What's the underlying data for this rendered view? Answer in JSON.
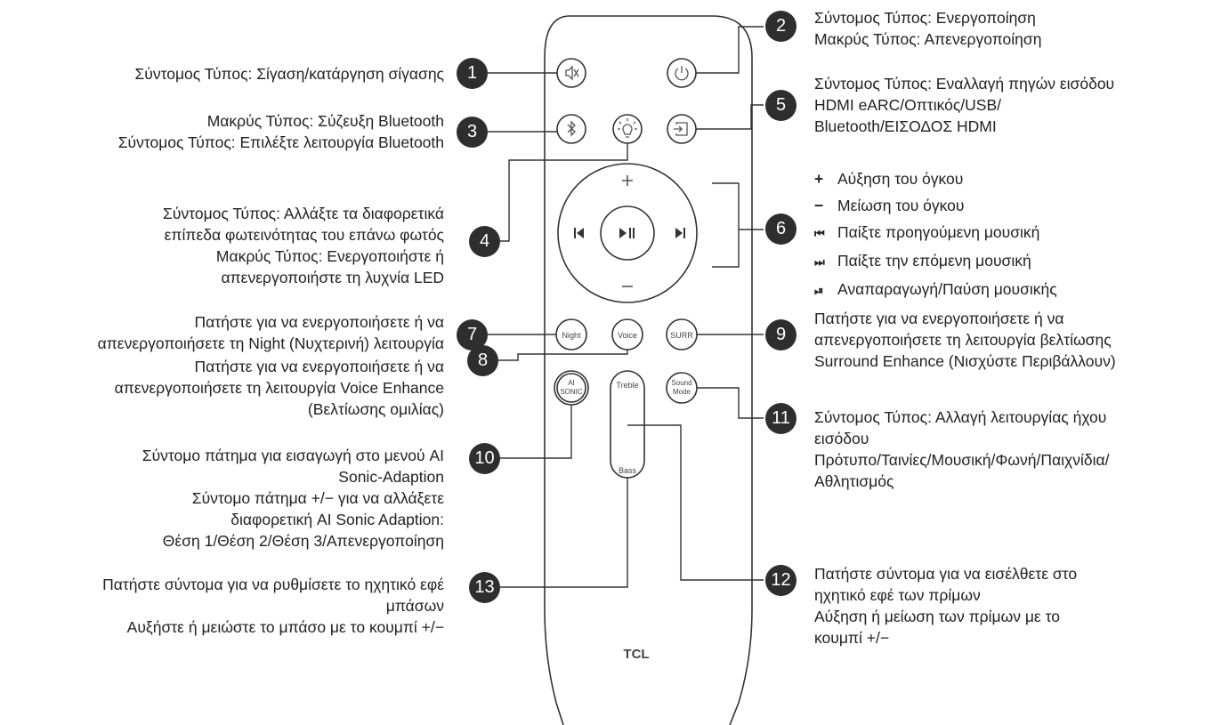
{
  "remote": {
    "brand": "TCL",
    "buttons": {
      "night": "Night",
      "voice": "Voice",
      "surr": "SURR",
      "ai_line1": "AI",
      "ai_line2": "SONIC",
      "treble": "Treble",
      "bass": "Bass",
      "sound_line1": "Sound",
      "sound_line2": "Mode",
      "plus": "+",
      "minus": "−"
    }
  },
  "callouts": {
    "c1": {
      "num": "1",
      "lines": [
        "Σύντομος Τύπος: Σίγαση/κατάργηση σίγασης"
      ]
    },
    "c2": {
      "num": "2",
      "lines": [
        "Σύντομος Τύπος: Ενεργοποίηση",
        "Μακρύς Τύπος: Απενεργοποίηση"
      ]
    },
    "c3": {
      "num": "3",
      "lines": [
        "Μακρύς Τύπος: Σύζευξη Bluetooth",
        "Σύντομος Τύπος: Επιλέξτε λειτουργία Bluetooth"
      ]
    },
    "c4": {
      "num": "4",
      "lines": [
        "Σύντομος Τύπος: Αλλάξτε τα διαφορετικά",
        "επίπεδα φωτεινότητας του επάνω φωτός",
        "Μακρύς Τύπος: Ενεργοποιήστε ή",
        "απενεργοποιήστε τη λυχνία LED"
      ]
    },
    "c5": {
      "num": "5",
      "lines": [
        "Σύντομος Τύπος: Εναλλαγή πηγών εισόδου",
        "HDMI eARC/Οπτικός/USB/",
        "Bluetooth/ΕΙΣΟΔΟΣ HDMI"
      ]
    },
    "c6": {
      "num": "6",
      "items": [
        {
          "sym": "+",
          "text": "Αύξηση του όγκου"
        },
        {
          "sym": "−",
          "text": "Μείωση του όγκου"
        },
        {
          "sym": "⏮",
          "text": "Παίξτε προηγούμενη μουσική"
        },
        {
          "sym": "⏭",
          "text": "Παίξτε την επόμενη μουσική"
        },
        {
          "sym": "⏯",
          "text": "Αναπαραγωγή/Παύση μουσικής"
        }
      ]
    },
    "c7": {
      "num": "7",
      "lines": [
        "Πατήστε για να ενεργοποιήσετε ή να",
        "απενεργοποιήσετε τη Night (Νυχτερινή) λειτουργία"
      ]
    },
    "c8": {
      "num": "8",
      "lines": [
        "Πατήστε για να ενεργοποιήσετε ή να",
        "απενεργοποιήσετε τη λειτουργία Voice Enhance",
        "(Βελτίωσης ομιλίας)"
      ]
    },
    "c9": {
      "num": "9",
      "lines": [
        "Πατήστε για να ενεργοποιήσετε ή να",
        "απενεργοποιήσετε τη λειτουργία βελτίωσης",
        "Surround Enhance (Νισχύστε Περιβάλλουν)"
      ]
    },
    "c10": {
      "num": "10",
      "lines": [
        "Σύντομο πάτημα για εισαγωγή στο μενού AI",
        "Sonic-Adaption",
        "Σύντομο πάτημα +/− για να αλλάξετε",
        "διαφορετική AI Sonic Adaption:",
        "Θέση 1/Θέση 2/Θέση 3/Απενεργοποίηση"
      ]
    },
    "c11": {
      "num": "11",
      "lines": [
        "Σύντομος Τύπος: Αλλαγή λειτουργίας ήχου",
        "εισόδου",
        "Πρότυπο/Ταινίες/Μουσική/Φωνή/Παιχνίδια/",
        "Αθλητισμός"
      ]
    },
    "c12": {
      "num": "12",
      "lines": [
        "Πατήστε σύντομα για να εισέλθετε στο",
        "ηχητικό εφέ των πρίμων",
        "Αύξηση ή μείωση των πρίμων με το",
        "κουμπί +/−"
      ]
    },
    "c13": {
      "num": "13",
      "lines": [
        "Πατήστε σύντομα για να ρυθμίσετε το ηχητικό εφέ",
        "μπάσων",
        "Αυξήστε ή μειώστε το μπάσο με το κουμπί +/−"
      ]
    }
  }
}
